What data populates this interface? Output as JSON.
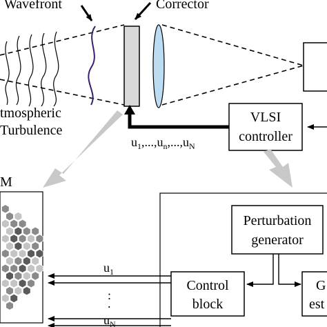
{
  "labels": {
    "wavefront": "Wavefront",
    "corrector": "Corrector",
    "turbulence_line1": "tmospheric",
    "turbulence_line2": "Turbulence",
    "vlsi_line1": "VLSI",
    "vlsi_line2": "controller",
    "signal_bus_main": "u",
    "signal_bus_sub1": "1",
    "signal_bus_middle": ",...,u",
    "signal_bus_subn": "n",
    "signal_bus_middle2": ",...,u",
    "signal_bus_subN": "N",
    "mirror_label": "M",
    "perturbation_line1": "Perturbation",
    "perturbation_line2": "generator",
    "control_line1": "Control",
    "control_line2": "block",
    "u1_main": "u",
    "u1_sub": "1",
    "uN_main": "u",
    "uN_sub": "N",
    "dots": ":",
    "dot_single": ".",
    "gradient_line1": "G",
    "gradient_line2": "est"
  },
  "colors": {
    "lens_fill": "#bcdcf2",
    "wavefront_stroke": "#3a1f6e",
    "big_arrow": "#c8c8c8",
    "mirror_dark": "#5a5a5a",
    "mirror_mid": "#8a8a8a",
    "mirror_light": "#c4c4c4"
  }
}
